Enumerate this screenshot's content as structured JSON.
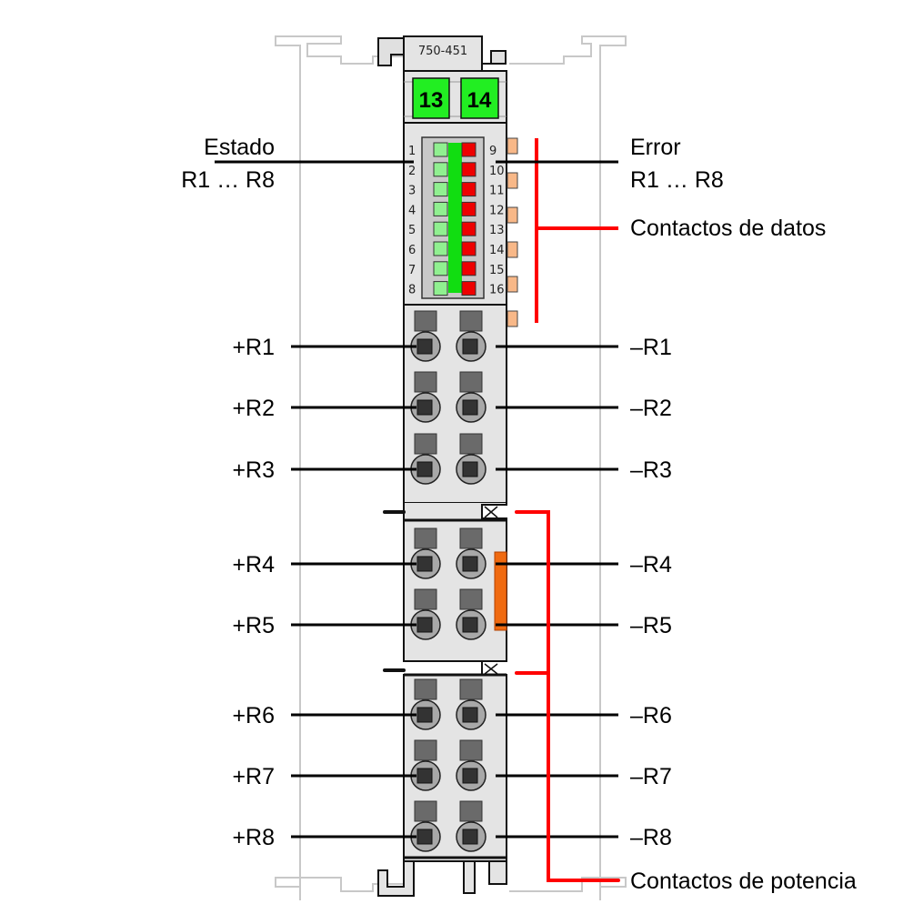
{
  "module": {
    "code": "750-451",
    "indicators": [
      "13",
      "14"
    ],
    "led_numbers_left": [
      "1",
      "2",
      "3",
      "4",
      "5",
      "6",
      "7",
      "8"
    ],
    "led_numbers_right": [
      "9",
      "10",
      "11",
      "12",
      "13",
      "14",
      "15",
      "16"
    ]
  },
  "labels": {
    "status_title": "Estado",
    "status_range": "R1 … R8",
    "error_title": "Error",
    "error_range": "R1 … R8",
    "data_contacts": "Contactos de datos",
    "power_contacts": "Contactos de potencia"
  },
  "terminals_left": [
    "+R1",
    "+R2",
    "+R3",
    "+R4",
    "+R5",
    "+R6",
    "+R7",
    "+R8"
  ],
  "terminals_right": [
    "–R1",
    "–R2",
    "–R3",
    "–R4",
    "–R5",
    "–R6",
    "–R7",
    "–R8"
  ],
  "colors": {
    "led_green": "#90f090",
    "led_red": "#ee0000",
    "indicator_green": "#22ee22",
    "accent_red": "#ff0000",
    "contact_orange": "#f8b888",
    "jumper_orange": "#f06a10"
  }
}
